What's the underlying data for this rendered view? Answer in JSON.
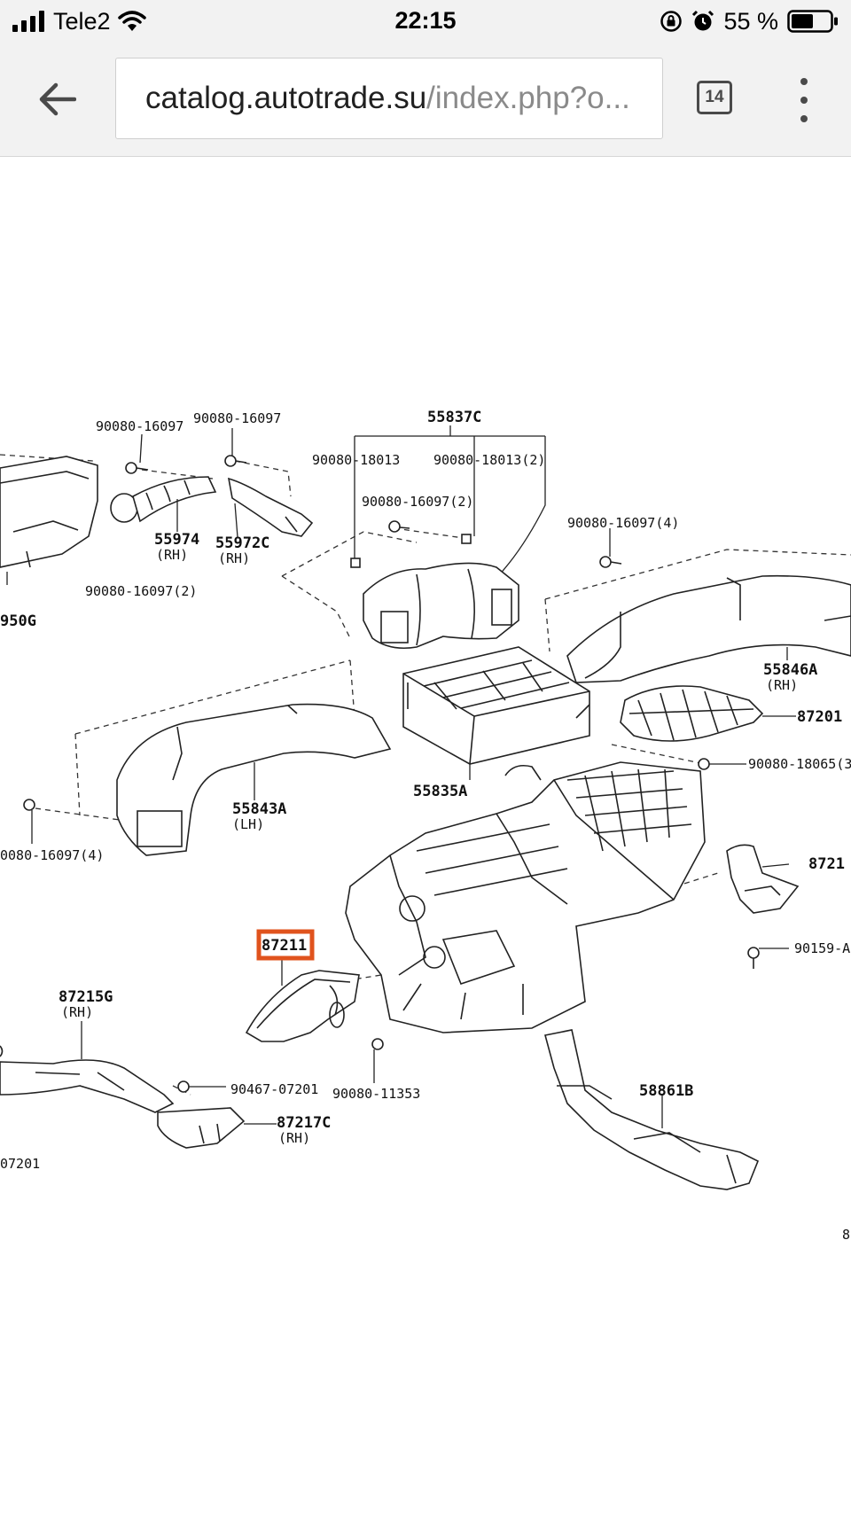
{
  "status_bar": {
    "carrier": "Tele2",
    "time": "22:15",
    "battery_percent": "55 %"
  },
  "browser": {
    "url_host": "catalog.autotrade.su",
    "url_path": "/index.php?o...",
    "tab_count": "14"
  },
  "diagram": {
    "highlighted_part": "87211",
    "labels": {
      "p1": "90080-16097",
      "p2": "90080-16097",
      "p3": "55837C",
      "p4": "90080-18013",
      "p5": "90080-18013(2)",
      "p6": "90080-16097(2)",
      "p7": "90080-16097(4)",
      "p8": "55974",
      "p8s": "(RH)",
      "p9": "55972C",
      "p9s": "(RH)",
      "p10": "90080-16097(2)",
      "p11": "950G",
      "p12": "55846A",
      "p12s": "(RH)",
      "p13": "87201",
      "p14": "90080-18065(3",
      "p15": "55835A",
      "p16": "55843A",
      "p16s": "(LH)",
      "p17": "0080-16097(4)",
      "p18": "8721",
      "p19": "90159-A",
      "p20": "87215G",
      "p20s": "(RH)",
      "p21": "90467-07201",
      "p22": "90080-11353",
      "p23": "87217C",
      "p23s": "(RH)",
      "p24": "58861B",
      "p25": "07201",
      "p26": "8"
    }
  },
  "icons": {
    "signal": "signal-bars-icon",
    "wifi": "wifi-icon",
    "rotation_lock": "rotation-lock-icon",
    "alarm": "alarm-icon",
    "battery": "battery-icon",
    "back": "back-arrow-icon",
    "tabs": "tab-switcher-icon",
    "menu": "overflow-menu-icon"
  },
  "colors": {
    "highlight": "#e0531d",
    "toolbar_bg": "#f2f2f2"
  }
}
